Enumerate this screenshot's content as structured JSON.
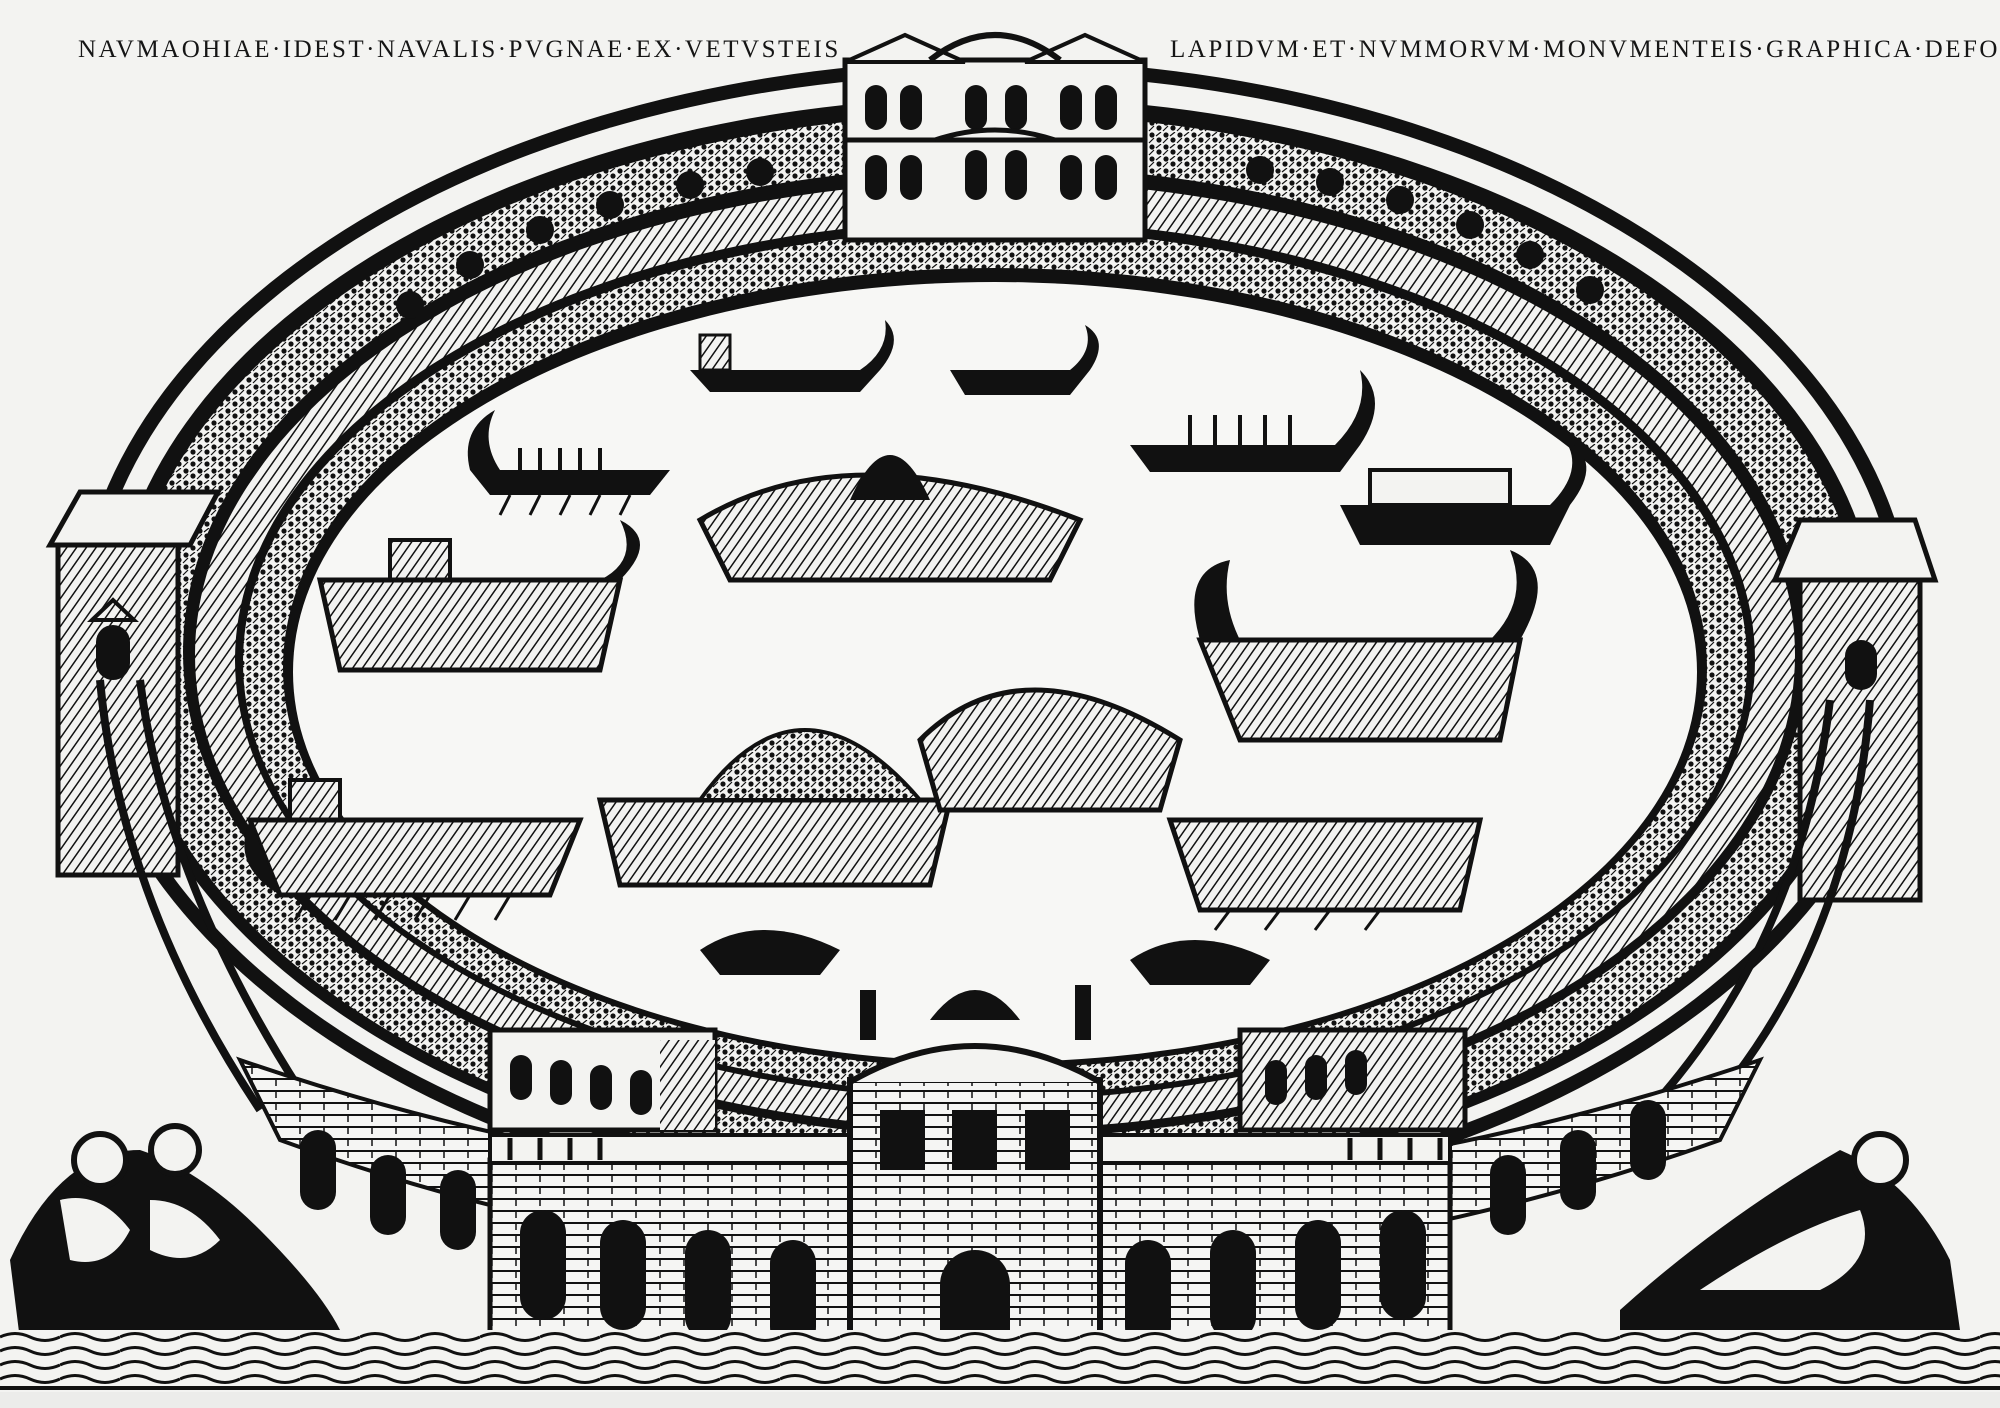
{
  "engraving": {
    "caption_left": "NAVMAOHIAE·IDEST·NAVALIS·PVGNAE·EX·VETVSTEIS",
    "caption_right": "LAPIDVM·ET·NVMMORVM·MONVMENTEIS·GRAPHICA·DEFORMATIO",
    "subject": "Naumachia — naval battle in an elliptical amphitheater",
    "style": "black-and-white engraving",
    "colors": {
      "paper": "#f3f3f1",
      "ink": "#111111",
      "arena_water": "#f7f7f5"
    },
    "elements": {
      "amphitheater": "elliptical arena with tiered arcades filled with spectators",
      "top_pavilion": "two-storey palace pavilion at top center",
      "bottom_gate": "triumphal gateway at bottom center with statues",
      "side_towers": [
        "left gate tower",
        "right gate tower"
      ],
      "river_gods": [
        "reclining river figures at bottom left",
        "reclining river god at bottom right"
      ],
      "ships": "multiple oared galleys engaged in battle"
    }
  }
}
